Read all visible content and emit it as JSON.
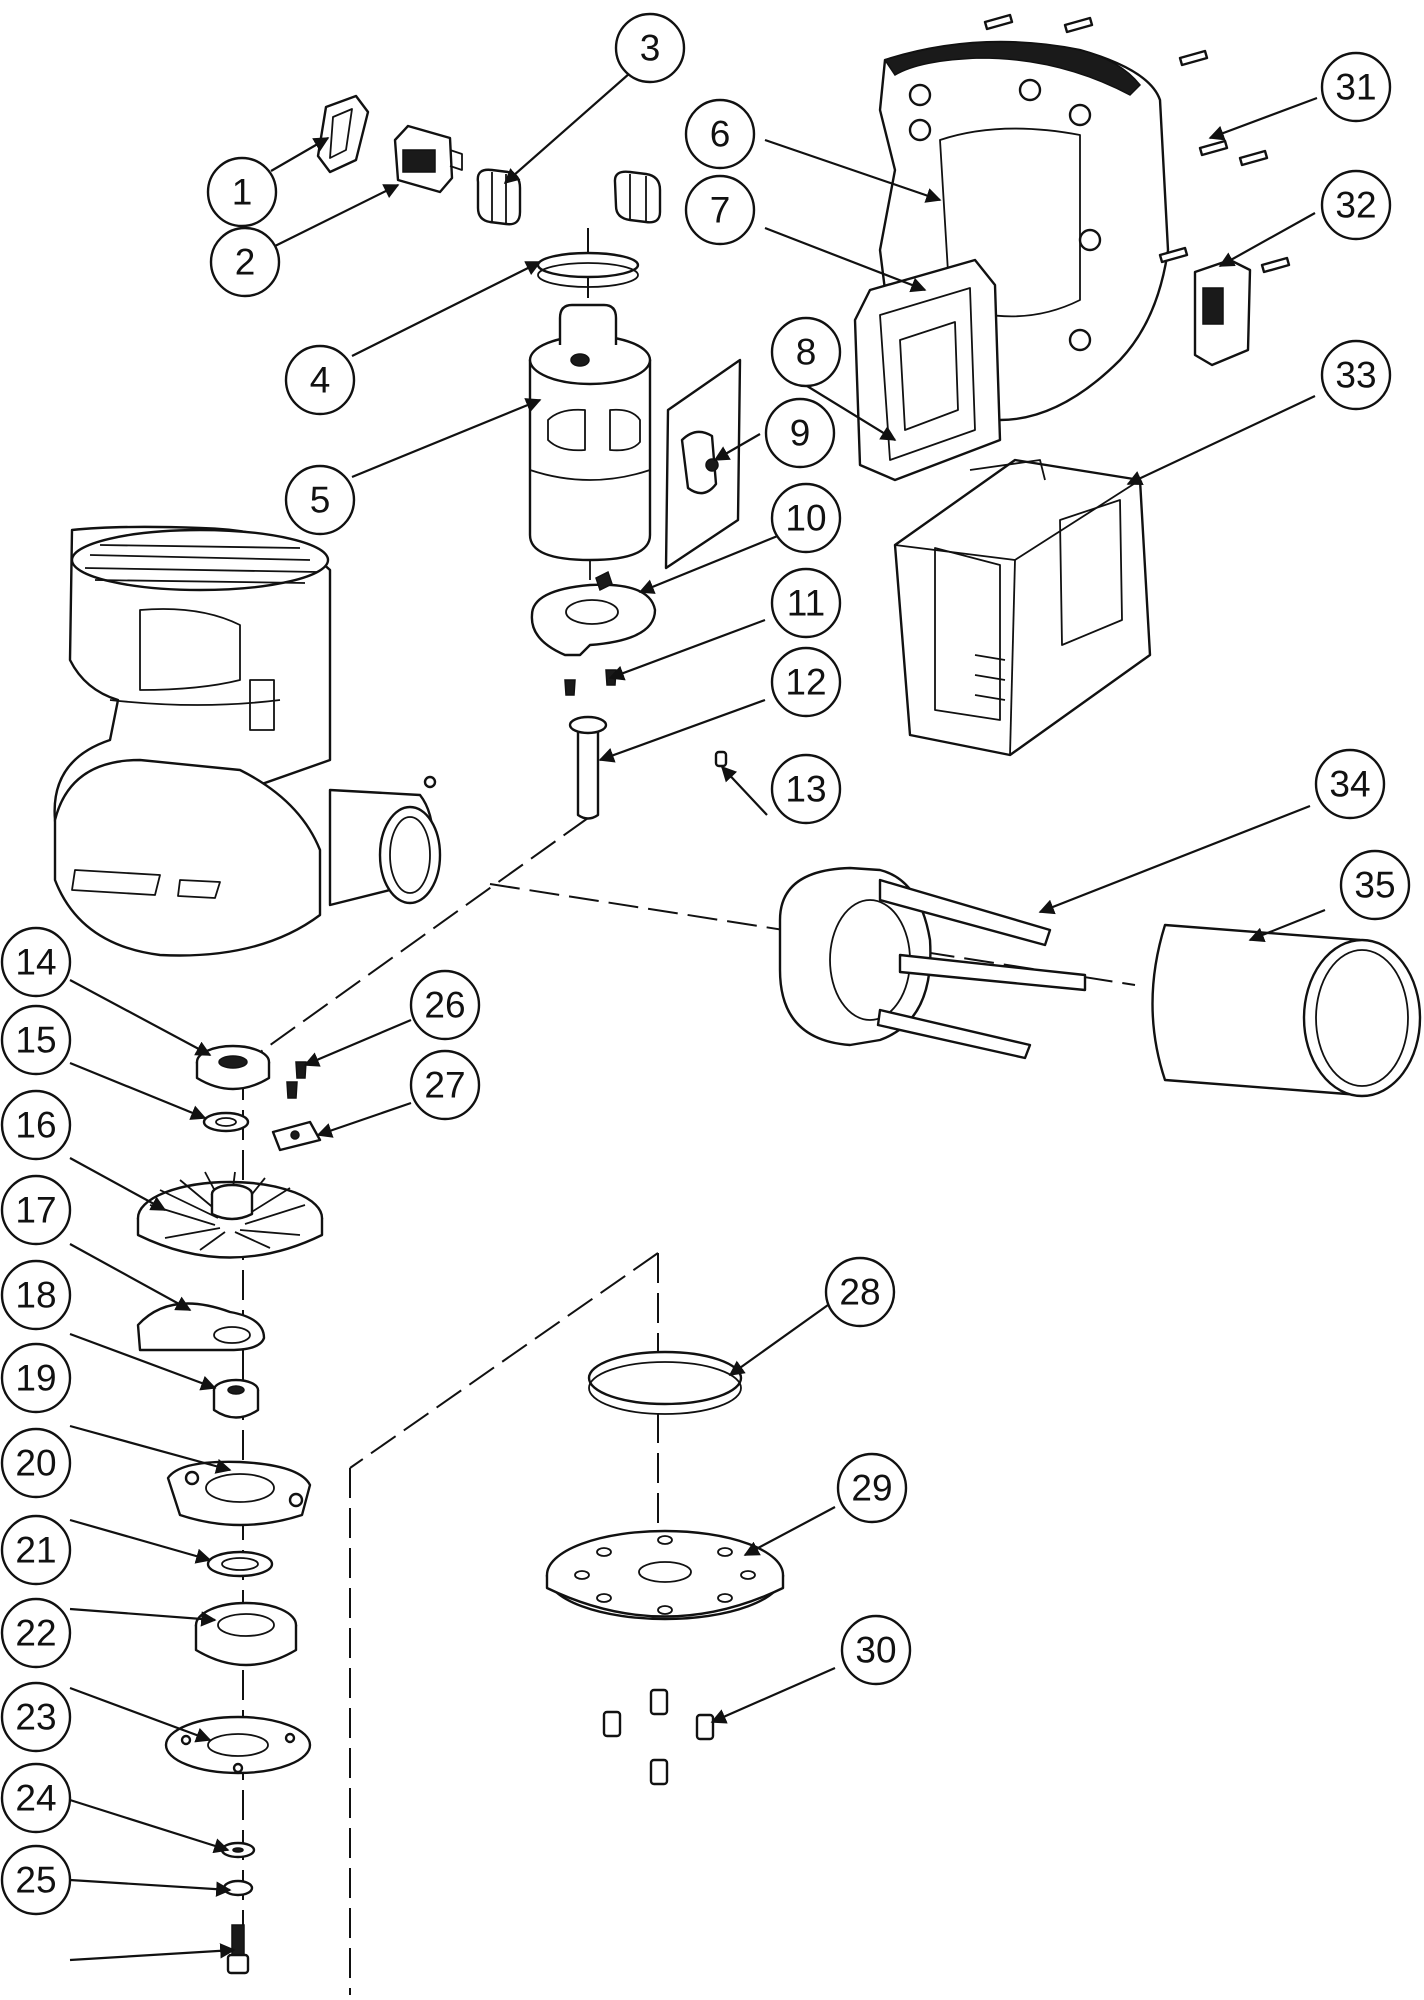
{
  "callouts": [
    "1",
    "2",
    "3",
    "4",
    "5",
    "6",
    "7",
    "8",
    "9",
    "10",
    "11",
    "12",
    "13",
    "14",
    "15",
    "16",
    "17",
    "18",
    "19",
    "20",
    "21",
    "22",
    "23",
    "24",
    "25",
    "26",
    "27",
    "28",
    "29",
    "30",
    "31",
    "32",
    "33",
    "34",
    "35"
  ],
  "icons": [
    "sander-assembled-icon",
    "exploded-parts-icon"
  ]
}
